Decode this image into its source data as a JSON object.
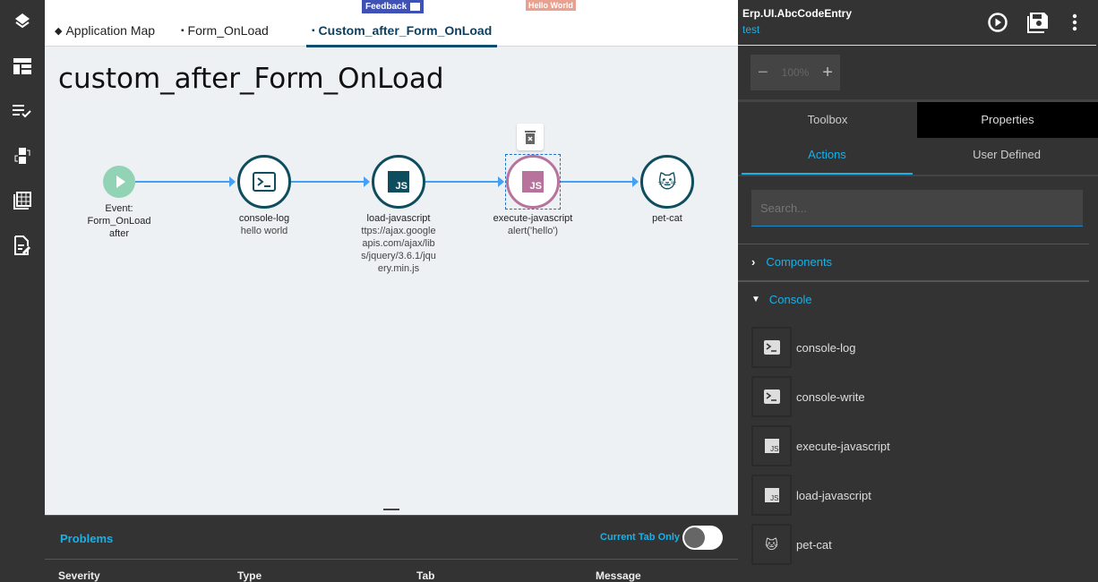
{
  "sidebar": {
    "icons": [
      "layers-icon",
      "layout-icon",
      "checklist-icon",
      "flow-icon",
      "table-icon",
      "edit-document-icon"
    ]
  },
  "tabs": [
    {
      "label": "Application Map"
    },
    {
      "label": "Form_OnLoad"
    },
    {
      "label": "Custom_after_Form_OnLoad"
    }
  ],
  "badges": {
    "feedback": "Feedback",
    "hello": "Hello World"
  },
  "page_title": "custom_after_Form_OnLoad",
  "flow": {
    "start": {
      "line1": "Event:",
      "line2": "Form_OnLoad",
      "line3": "after",
      "color": "#93d3b5"
    },
    "nodes": [
      {
        "name": "console-log",
        "sub": "hello world"
      },
      {
        "name": "load-javascript",
        "sub": "ttps://ajax.googleapis.com/ajax/libs/jquery/3.6.1/jquery.min.js"
      },
      {
        "name": "execute-javascript",
        "sub": "alert('hello')"
      },
      {
        "name": "pet-cat",
        "sub": ""
      }
    ],
    "accent": "#0e4d5e",
    "selected_color": "#b8739c",
    "edge_color": "#42a0f5"
  },
  "problems": {
    "title": "Problems",
    "toggle_label": "Current Tab Only",
    "toggle_on": false,
    "columns": [
      "Severity",
      "Type",
      "Tab",
      "Message"
    ]
  },
  "right": {
    "app_name": "Erp.UI.AbcCodeEntry",
    "env": "test",
    "zoom": "100%",
    "tabs": [
      "Toolbox",
      "Properties"
    ],
    "subtabs": [
      "Actions",
      "User Defined"
    ],
    "search_placeholder": "Search...",
    "groups": [
      {
        "label": "Components",
        "expanded": false
      },
      {
        "label": "Console",
        "expanded": true
      }
    ],
    "items": [
      "console-log",
      "console-write",
      "execute-javascript",
      "load-javascript",
      "pet-cat"
    ]
  }
}
